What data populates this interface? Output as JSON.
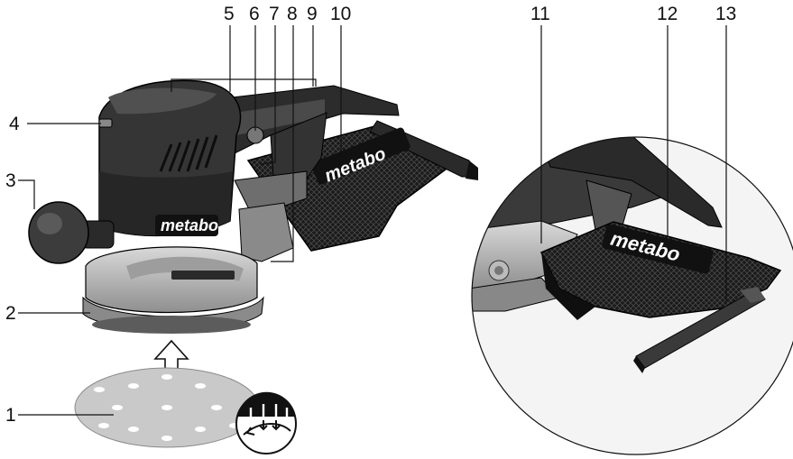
{
  "callouts": {
    "c1": "1",
    "c2": "2",
    "c3": "3",
    "c4": "4",
    "c5": "5",
    "c6": "6",
    "c7": "7",
    "c8": "8",
    "c9": "9",
    "c10": "10",
    "c11": "11",
    "c12": "12",
    "c13": "13"
  },
  "brand": {
    "housing": "metabo",
    "bag_main": "metabo",
    "bag_detail": "metabo"
  },
  "colors": {
    "housing": "#3a3a3a",
    "housing_dark": "#1e1e1e",
    "base": "#b8b8b8",
    "pad": "#9a9a9a",
    "disc": "#c9c9c9",
    "bag": "#161616",
    "line": "#111111"
  }
}
